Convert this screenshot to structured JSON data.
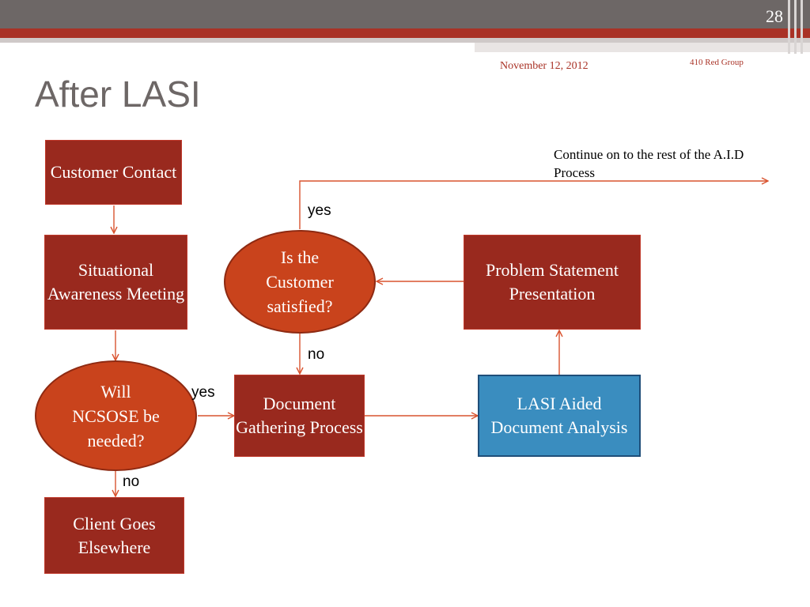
{
  "header": {
    "slide_number": "28",
    "date": "November 12, 2012",
    "group": "410 Red Group",
    "title": "After LASI"
  },
  "nodes": {
    "customer_contact": "Customer Contact",
    "situational_awareness": "Situational Awareness Meeting",
    "will_ncsose": "Will NCSOSE be needed?",
    "client_goes": "Client Goes Elsewhere",
    "is_customer_satisfied": "Is  the Customer satisfied?",
    "document_gathering": "Document Gathering Process",
    "problem_statement": "Problem Statement Presentation",
    "lasi_aided": "LASI Aided Document Analysis"
  },
  "edge_labels": {
    "satisfied_yes": "yes",
    "satisfied_no": "no",
    "ncsose_yes": "yes",
    "ncsose_no": "no"
  },
  "note": "Continue on to the rest of the A.I.D Process",
  "colors": {
    "box_red": "#99291e",
    "oval_orange": "#c9431c",
    "box_blue": "#3a8dbf",
    "arrow": "#d9532f",
    "accent_text": "#a93226"
  }
}
